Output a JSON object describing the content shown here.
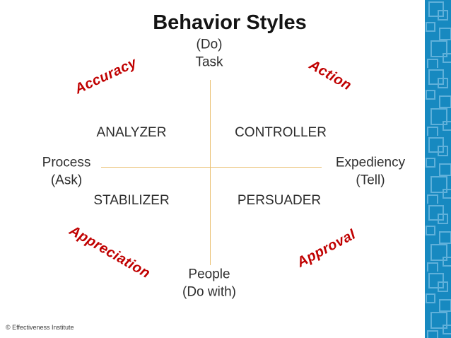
{
  "title": "Behavior Styles",
  "axes": {
    "top": {
      "line1": "(Do)",
      "line2": "Task"
    },
    "bottom": {
      "line1": "People",
      "line2": "(Do with)"
    },
    "left": {
      "line1": "Process",
      "line2": "(Ask)"
    },
    "right": {
      "line1": "Expediency",
      "line2": "(Tell)"
    }
  },
  "quadrants": {
    "top_left": "ANALYZER",
    "top_right": "CONTROLLER",
    "bottom_left": "STABILIZER",
    "bottom_right": "PERSUADER"
  },
  "diagonal_labels": {
    "top_left": "Accuracy",
    "top_right": "Action",
    "bottom_left": "Appreciation",
    "bottom_right": "Approval"
  },
  "footer": {
    "copyright": "© Effectiveness Institute"
  },
  "colors": {
    "accent_red": "#C00000",
    "axis_line": "#EAC073",
    "strip_blue": "#1789C0",
    "strip_pattern_blue": "#5FB0DA",
    "text_dark": "#2C2C2C"
  }
}
